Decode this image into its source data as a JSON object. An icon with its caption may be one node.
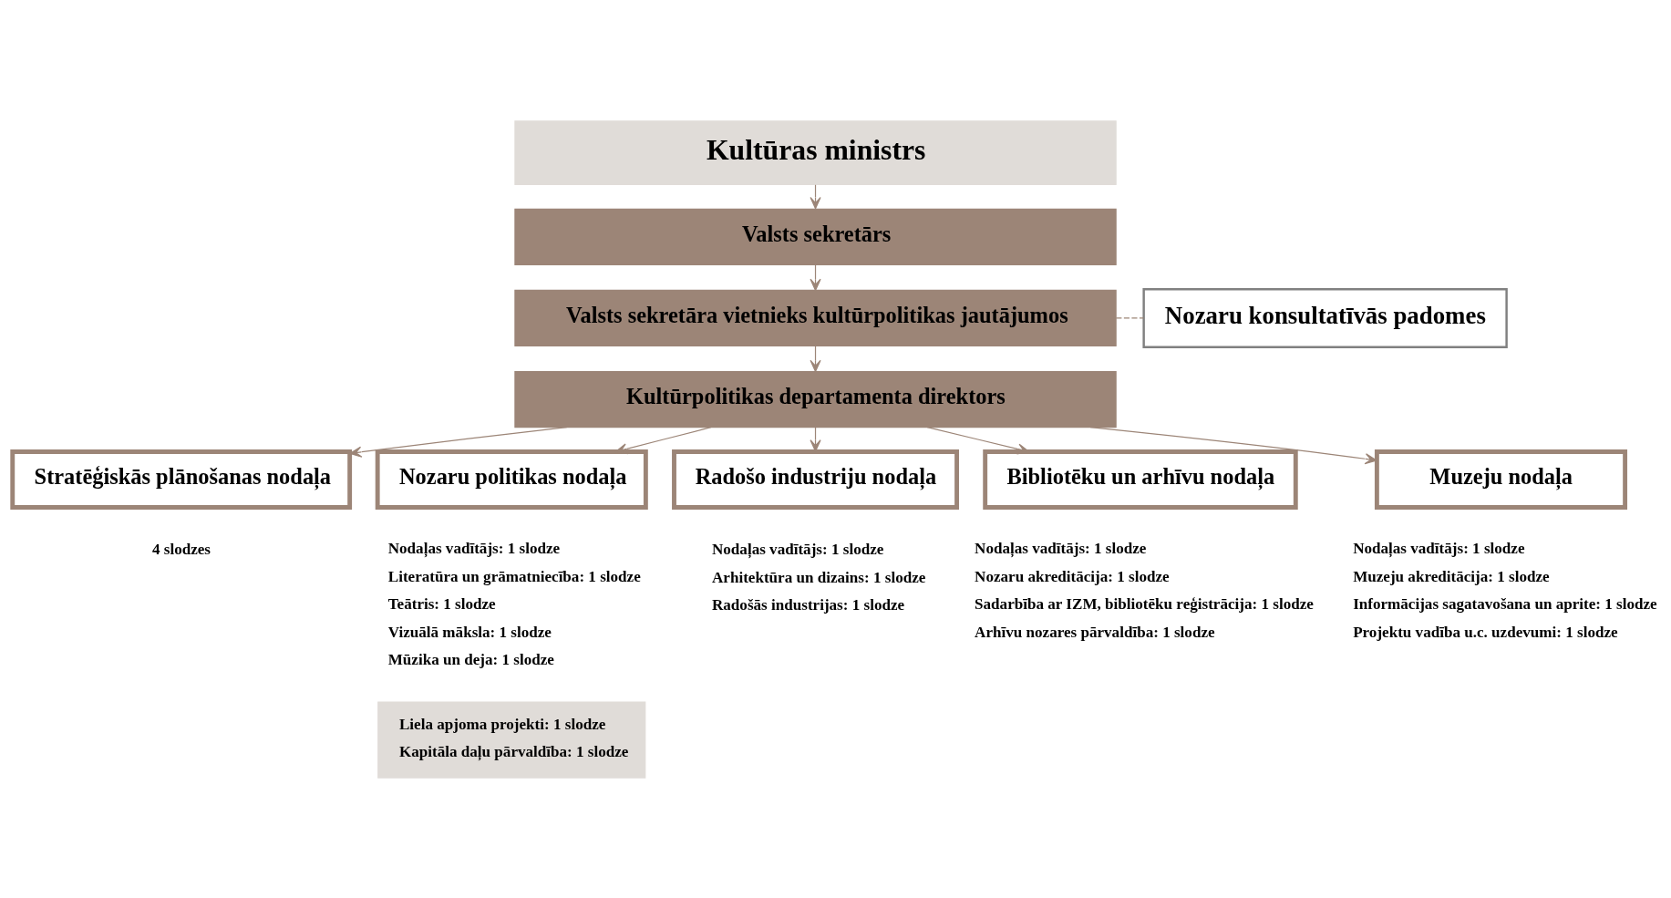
{
  "diagram": {
    "nodes": [
      {
        "text": [
          "Kultūras ministrs"
        ]
      },
      {
        "text": [
          "Valsts sekretārs"
        ]
      },
      {
        "text": [
          "Valsts sekretāra vietnieks kultūrpolitikas jautājumos"
        ]
      },
      {
        "text": [
          "Nozaru konsultatīvās padomes"
        ]
      },
      {
        "text": [
          "Kultūrpolitikas departamenta direktors"
        ]
      },
      {
        "text": [
          "Stratēģiskās plānošanas nodaļa"
        ],
        "beside": [
          "4 slodzes"
        ]
      },
      {
        "text": [
          "Nozaru politikas nodaļa"
        ],
        "beside": [
          "Nodaļas vadītājs: 1 slodze",
          "Literatūra un grāmatniecība: 1 slodze",
          "Teātris: 1 slodze",
          "Vizuālā māksla: 1 slodze",
          "Mūzika un deja: 1 slodze"
        ]
      },
      {
        "text": [
          "Radošo industriju nodaļa"
        ],
        "beside": [
          "Nodaļas vadītājs: 1 slodze",
          "Arhitektūra un dizains: 1 slodze",
          "Radošās industrijas: 1 slodze"
        ]
      },
      {
        "text": [
          "Bibliotēku un arhīvu nodaļa"
        ],
        "beside": [
          "Nodaļas vadītājs: 1 slodze",
          "Nozaru akreditācija: 1 slodze",
          "Sadarbība ar IZM, bibliotēku reģistrācija: 1 slodze",
          "Arhīvu nozares pārvaldība: 1 slodze"
        ]
      },
      {
        "text": [
          "Muzeju nodaļa"
        ],
        "beside": [
          "Nodaļas vadītājs: 1 slodze",
          "Muzeju akreditācija: 1 slodze",
          "Informācijas sagatavošana un aprite: 1 slodze",
          "Projektu vadība u.c. uzdevumi: 1 slodze"
        ]
      },
      {
        "text": [
          "Liela apjoma projekti: 1 slodze",
          "Kapitāla daļu pārvaldība: 1 slodze"
        ]
      }
    ],
    "edges": [
      {
        "from": 0,
        "to": 1,
        "arrow": "to"
      },
      {
        "from": 1,
        "to": 2,
        "arrow": "to"
      },
      {
        "from": 2,
        "to": 4,
        "arrow": "to"
      },
      {
        "from": 2,
        "to": 3,
        "arrow": "none",
        "style": "dashed"
      },
      {
        "from": 4,
        "to": 5,
        "arrow": "to"
      },
      {
        "from": 4,
        "to": 6,
        "arrow": "to"
      },
      {
        "from": 4,
        "to": 7,
        "arrow": "to"
      },
      {
        "from": 4,
        "to": 8,
        "arrow": "to"
      },
      {
        "from": 4,
        "to": 9,
        "arrow": "to"
      }
    ]
  }
}
